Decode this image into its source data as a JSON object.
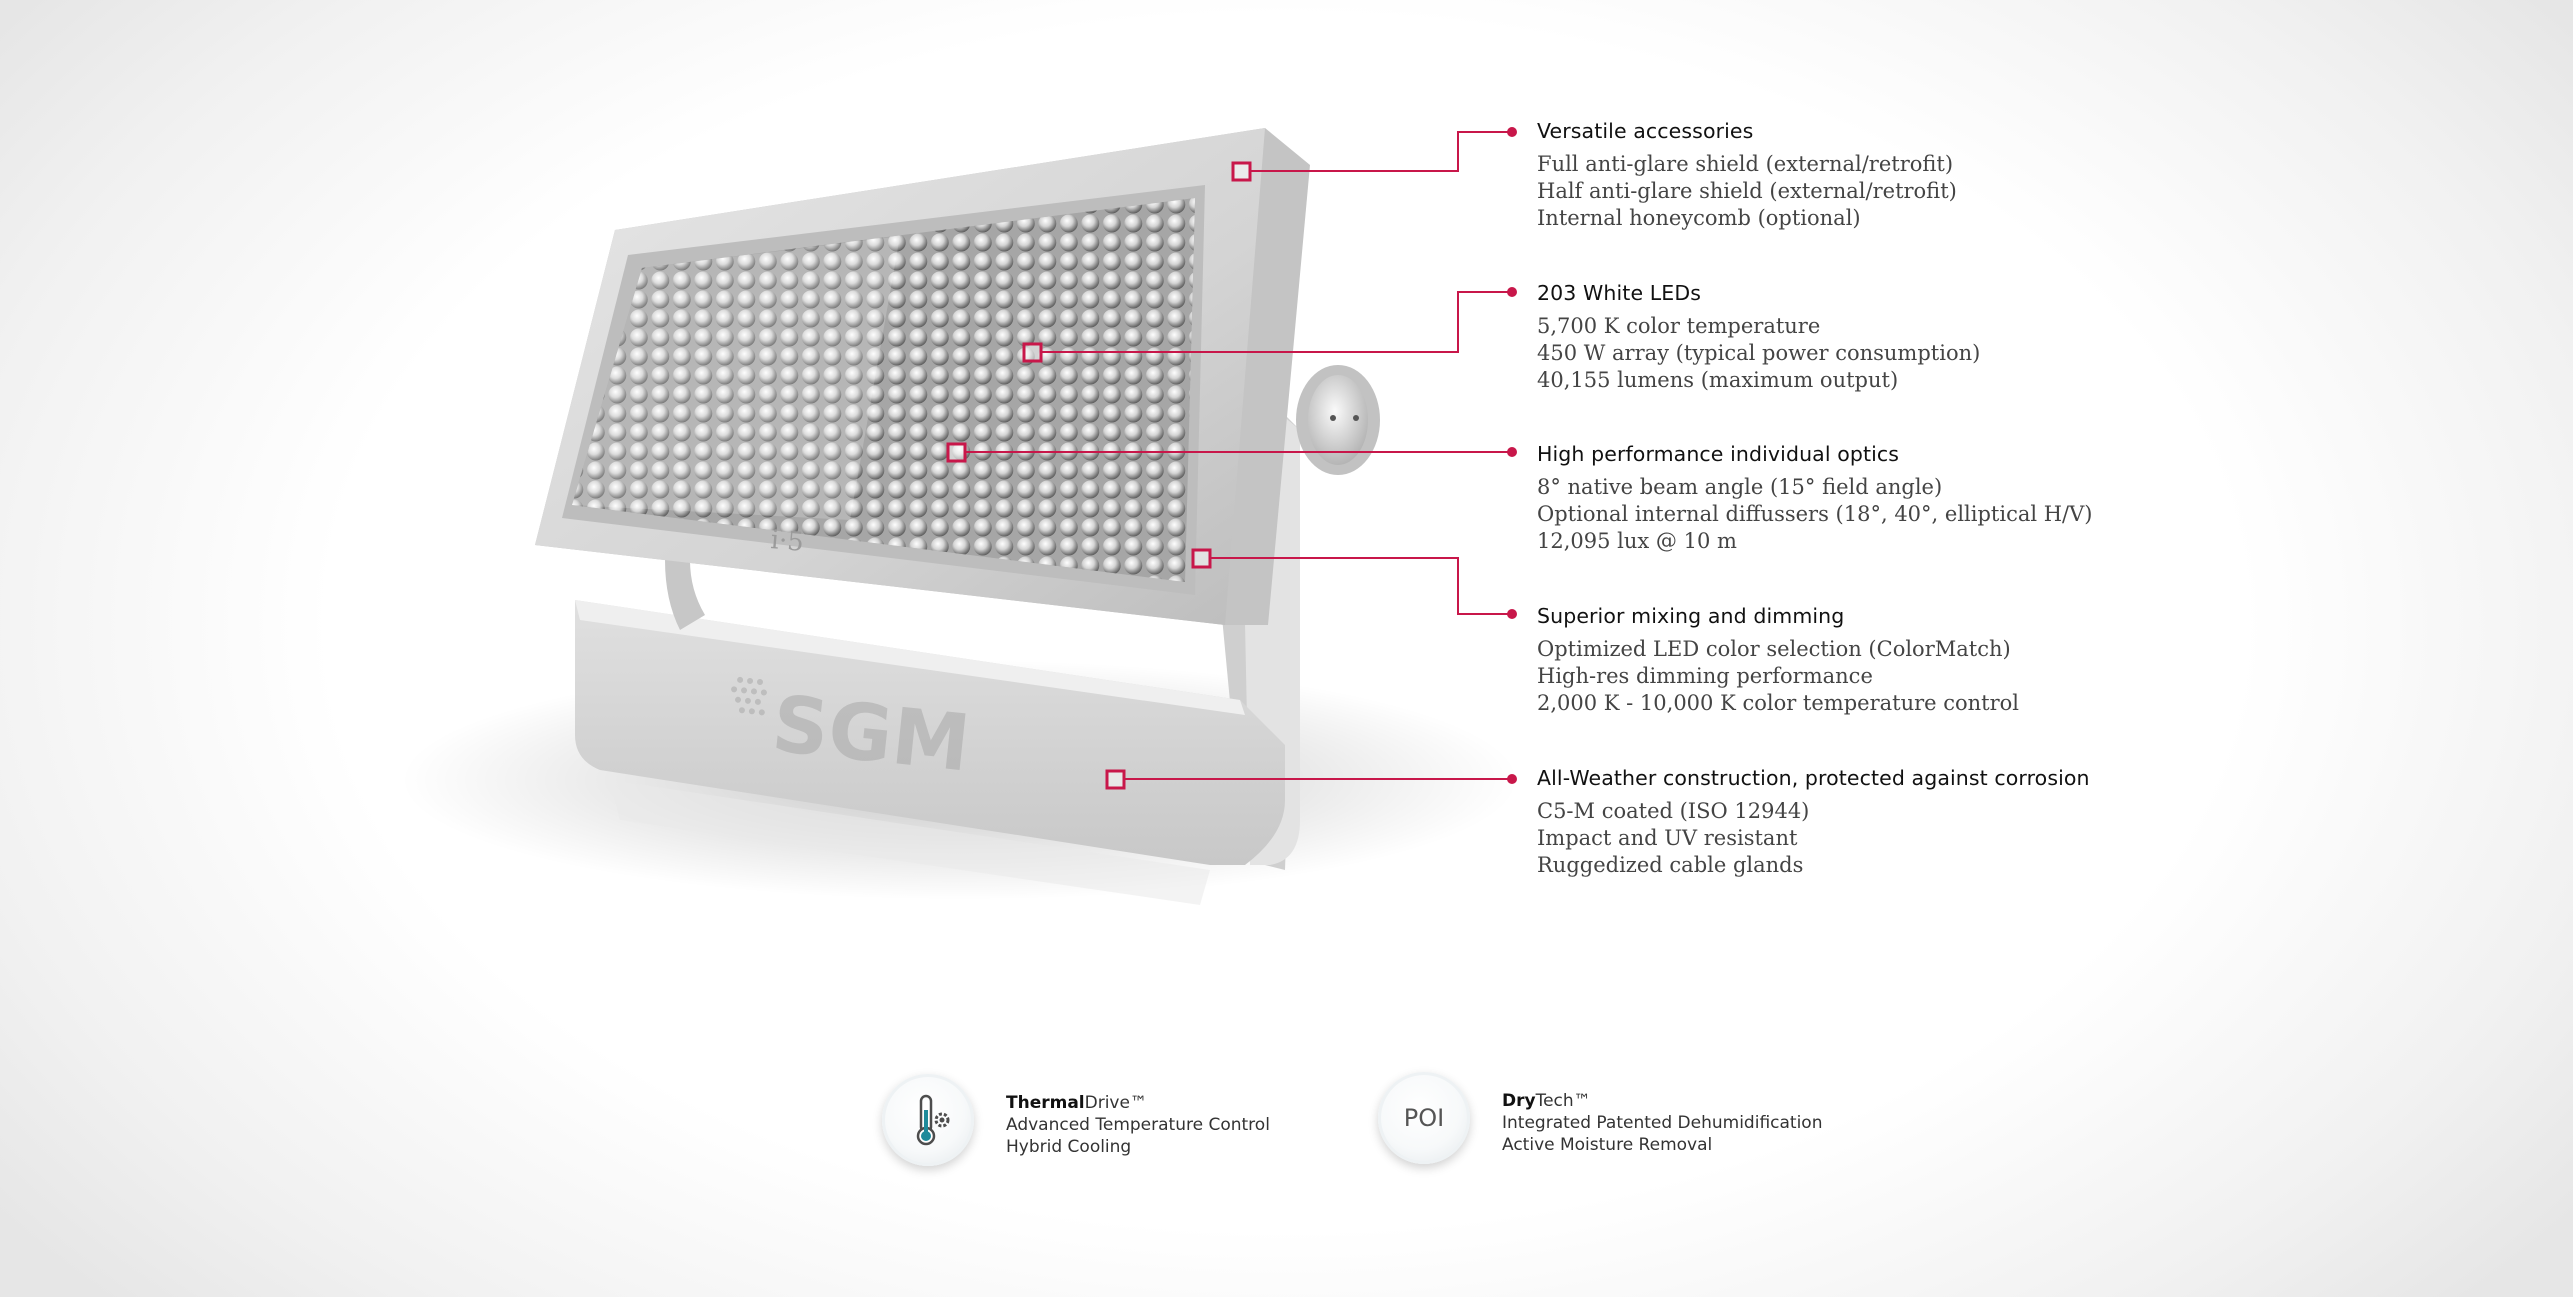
{
  "product": {
    "model_label": "i·5",
    "brand_logo": "SGM"
  },
  "features": [
    {
      "title": "Versatile accessories",
      "lines": [
        "Full anti-glare shield (external/retrofit)",
        "Half anti-glare shield (external/retrofit)",
        "Internal honeycomb (optional)"
      ]
    },
    {
      "title": "203 White LEDs",
      "lines": [
        "5,700 K color temperature",
        "450 W array (typical power consumption)",
        "40,155 lumens (maximum output)"
      ]
    },
    {
      "title": "High performance individual optics",
      "lines": [
        "8° native beam angle (15° field angle)",
        "Optional internal diffussers (18°, 40°, elliptical H/V)",
        "12,095 lux @ 10 m"
      ]
    },
    {
      "title": "Superior mixing and dimming",
      "lines": [
        "Optimized LED color selection (ColorMatch)",
        "High-res dimming performance",
        "2,000 K - 10,000 K color temperature control"
      ]
    },
    {
      "title": "All-Weather construction, protected against corrosion",
      "lines": [
        "C5-M coated (ISO 12944)",
        "Impact and UV resistant",
        "Ruggedized cable glands"
      ]
    }
  ],
  "badges": {
    "thermal": {
      "title_bold": "Thermal",
      "title_rest": "Drive™",
      "line1": "Advanced Temperature Control",
      "line2": "Hybrid Cooling",
      "icon": "thermometer-gear-icon"
    },
    "dry": {
      "icon_label": "POI",
      "title_bold": "Dry",
      "title_rest": "Tech™",
      "line1": "Integrated Patented Dehumidification",
      "line2": "Active Moisture Removal",
      "icon": "poi-icon"
    }
  },
  "colors": {
    "accent": "#c8174a",
    "fixture": "#dcdcdc"
  }
}
